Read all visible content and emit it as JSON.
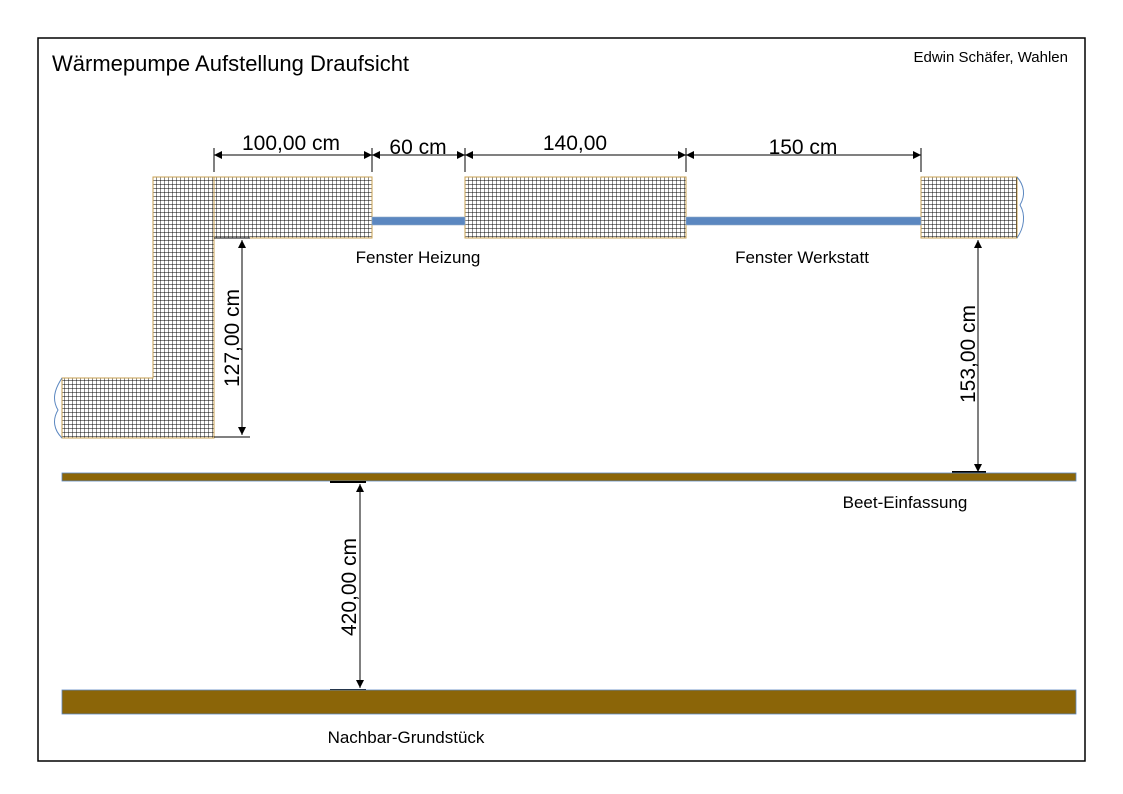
{
  "title": "Wärmepumpe Aufstellung Draufsicht",
  "author": "Edwin Schäfer, Wahlen",
  "dimensions": {
    "wall_segment_1": "100,00 cm",
    "window_heizung_width": "60 cm",
    "wall_segment_2": "140,00",
    "window_werkstatt_width": "150 cm",
    "left_depth": "127,00 cm",
    "right_depth": "153,00 cm",
    "garden_depth": "420,00 cm"
  },
  "labels": {
    "window_heizung": "Fenster Heizung",
    "window_werkstatt": "Fenster Werkstatt",
    "bed_border": "Beet-Einfassung",
    "neighbor_property": "Nachbar-Grundstück"
  },
  "colors": {
    "wall_grid": "#000000",
    "wall_border": "#c8a050",
    "window": "#5b87c0",
    "border_strip": "#8b6508"
  }
}
